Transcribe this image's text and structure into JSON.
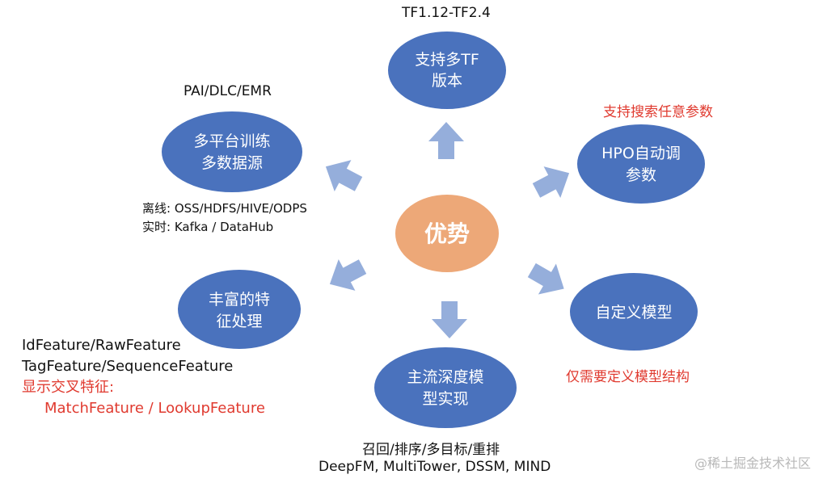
{
  "center": {
    "label": "优势"
  },
  "nodes": [
    {
      "id": "tf",
      "lines": [
        "支持多TF",
        "版本"
      ]
    },
    {
      "id": "platform",
      "lines": [
        "多平台训练",
        "多数据源"
      ]
    },
    {
      "id": "hpo",
      "lines": [
        "HPO自动调",
        "参数"
      ]
    },
    {
      "id": "feature",
      "lines": [
        "丰富的特",
        "征处理"
      ]
    },
    {
      "id": "model",
      "lines": [
        "自定义模型"
      ]
    },
    {
      "id": "deep",
      "lines": [
        "主流深度模",
        "型实现"
      ]
    }
  ],
  "captions": {
    "tf_versions": "TF1.12-TF2.4",
    "platforms": "PAI/DLC/EMR",
    "offline_sources": "离线: OSS/HDFS/HIVE/ODPS",
    "realtime_sources": "实时: Kafka / DataHub",
    "hpo_note": "支持搜索任意参数",
    "model_note": "仅需要定义模型结构",
    "features_1": "IdFeature/RawFeature",
    "features_2": "TagFeature/SequenceFeature",
    "cross_title": "显示交叉特征:",
    "cross_items": "MatchFeature /  LookupFeature",
    "tasks": "召回/排序/多目标/重排",
    "models": "DeepFM, MultiTower, DSSM, MIND"
  },
  "watermark": "@稀土掘金技术社区",
  "colors": {
    "node": "#4a72bd",
    "node_border": "#ffffff",
    "center": "#eda878",
    "arrow": "#95aedb",
    "accent_red": "#e03a2f"
  }
}
